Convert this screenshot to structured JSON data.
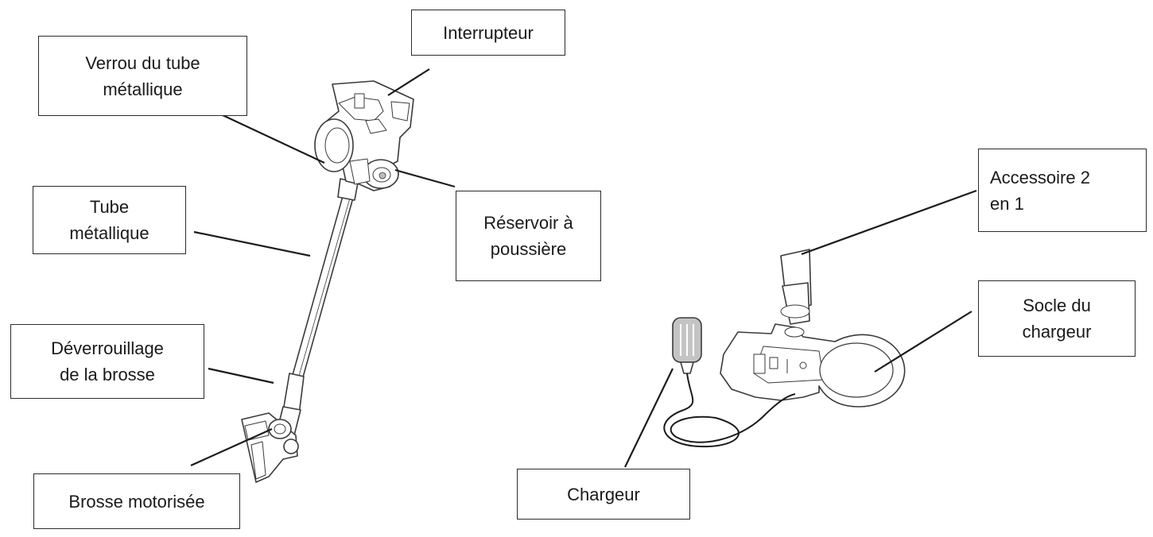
{
  "labels": {
    "interrupteur": "Interrupteur",
    "verrou_tube": "Verrou du tube\nmétallique",
    "tube_metallique": "Tube\nmétallique",
    "reservoir": "Réservoir à\npoussière",
    "deverrouillage_brosse": "Déverrouillage\nde la brosse",
    "brosse_motorisee": "Brosse motorisée",
    "accessoire": "Accessoire 2\nen 1",
    "socle_chargeur": "Socle du\nchargeur",
    "chargeur": "Chargeur"
  },
  "colors": {
    "line": "#1c1c1c",
    "outline": "#3a3a3a",
    "fill": "#ffffff",
    "shade": "#bdbdbd"
  }
}
